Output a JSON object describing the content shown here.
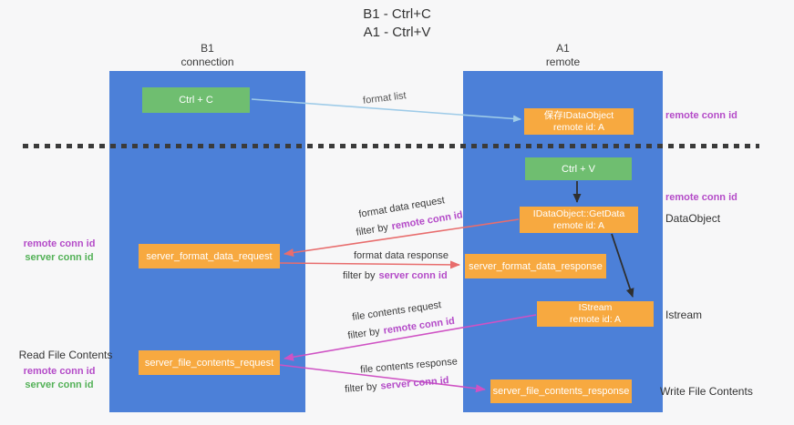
{
  "title": {
    "line1": "B1 - Ctrl+C",
    "line2": "A1 - Ctrl+V"
  },
  "lifelines": {
    "left": {
      "name": "B1",
      "role": "connection"
    },
    "right": {
      "name": "A1",
      "role": "remote"
    }
  },
  "nodes": {
    "ctrl_c": {
      "label": "Ctrl + C"
    },
    "ctrl_v": {
      "label": "Ctrl + V"
    },
    "save_idataobject": {
      "label": "保存IDataObject",
      "sub": "remote id: A"
    },
    "idataobject_getdata": {
      "label": "IDataObject::GetData",
      "sub": "remote id: A"
    },
    "istream": {
      "label": "IStream",
      "sub": "remote id: A"
    },
    "server_format_data_request": {
      "label": "server_format_data_request"
    },
    "server_format_data_response": {
      "label": "server_format_data_response"
    },
    "server_file_contents_request": {
      "label": "server_file_contents_request"
    },
    "server_file_contents_response": {
      "label": "server_file_contents_response"
    }
  },
  "edge_labels": {
    "format_list": "format list",
    "format_data_request": "format data request",
    "format_data_request_filter": {
      "prefix": "filter by",
      "key": "remote conn id"
    },
    "format_data_response": "format data response",
    "format_data_response_filter": {
      "prefix": "filter by",
      "key": "server conn id"
    },
    "file_contents_request": "file contents request",
    "file_contents_request_filter": {
      "prefix": "filter by",
      "key": "remote conn id"
    },
    "file_contents_response": "file contents response",
    "file_contents_response_filter": {
      "prefix": "filter by",
      "key": "server conn id"
    }
  },
  "annotations": {
    "remote_conn_id_top_right": "remote conn id",
    "remote_conn_id_mid_right": "remote conn id",
    "dataobject": "DataObject",
    "istream": "Istream",
    "write_file_contents": "Write File Contents",
    "read_file_contents": "Read File Contents",
    "left_mid": {
      "remote": "remote conn id",
      "server": "server conn id"
    },
    "left_bottom": {
      "remote": "remote conn id",
      "server": "server conn id"
    }
  },
  "colors": {
    "lifeline_blue": "#4c80d8",
    "node_orange": "#f7a940",
    "node_green": "#6fbe70",
    "arrow_red": "#e86d6d",
    "arrow_magenta": "#cf52c4",
    "arrow_light_blue": "#9ecbe8",
    "arrow_black": "#2f2f2f",
    "highlight_purple": "#b44bc8",
    "highlight_green": "#53b157"
  }
}
